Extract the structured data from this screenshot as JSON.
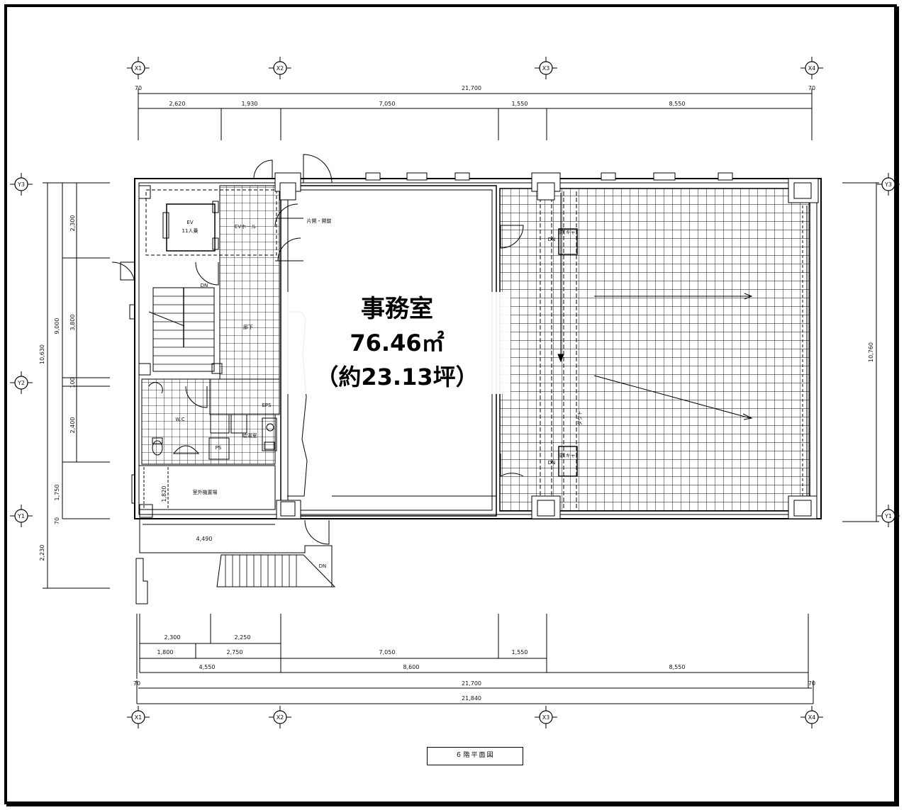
{
  "axes": {
    "x": [
      "X1",
      "X2",
      "X3",
      "X4"
    ],
    "y": [
      "Y1",
      "Y2",
      "Y3"
    ]
  },
  "dimensions": {
    "top_total": "21,700",
    "top_edge_left": "70",
    "top_edge_right": "70",
    "top_segments": [
      "2,620",
      "1,930",
      "7,050",
      "1,550",
      "8,550"
    ],
    "bottom_row1": [
      "2,300",
      "2,250"
    ],
    "bottom_row2": [
      "1,800",
      "2,750",
      "7,050",
      "1,550"
    ],
    "bottom_row3": [
      "4,550",
      "8,600",
      "8,550"
    ],
    "bottom_total": "21,700",
    "bottom_overall": "21,840",
    "bottom_edge_left": "70",
    "bottom_edge_right": "70",
    "left_total": "10,630",
    "left_sub": "9,000",
    "left_segments": [
      "2,300",
      "3,800",
      "100",
      "2,400",
      "1,750",
      "70"
    ],
    "left_extra": "2,230",
    "right_total": "10,760",
    "stair_width": "4,490",
    "storage_width": "1,820"
  },
  "rooms": {
    "office_name": "事務室",
    "office_area": "76.46㎡",
    "office_tsubo": "（約23.13坪）",
    "ev_label": "EV",
    "ev_capacity": "11人乗",
    "ev_hall": "EVホール",
    "corridor": "廊下",
    "door_note": "片開・開錠",
    "wc": "W.C",
    "kitchen": "給湯室",
    "ps": "PS",
    "eps": "EPS",
    "outdoor_unit": "室外機置場",
    "dn": "DN",
    "beam": "梁(キャ)",
    "duct": "ダクト"
  },
  "plan_title": "６階平面図"
}
